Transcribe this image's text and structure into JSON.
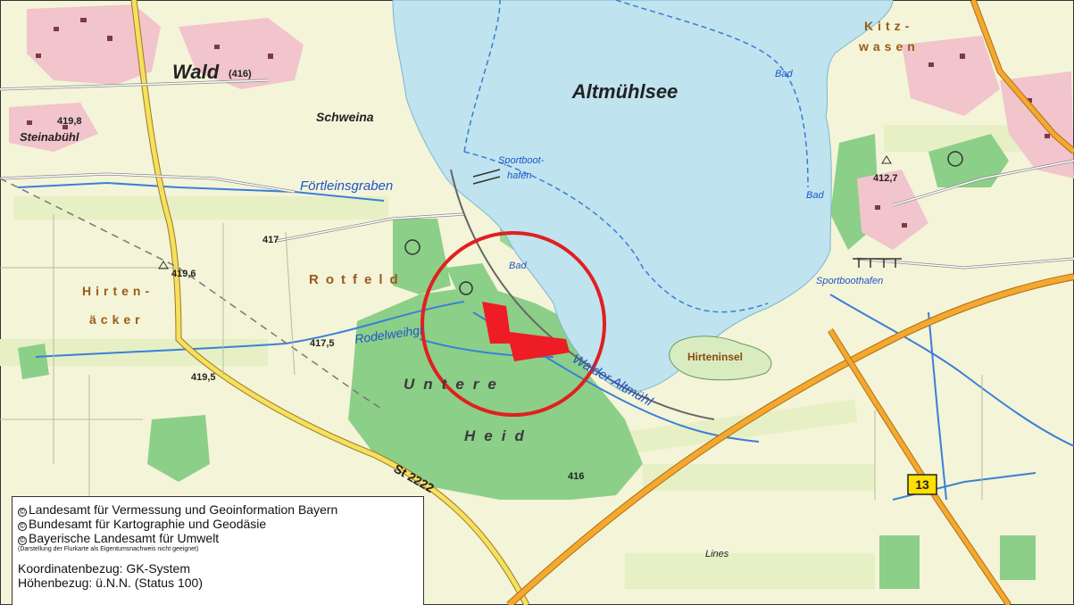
{
  "map": {
    "lake_name": "Altmühlsee",
    "places": {
      "wald": "Wald",
      "wald_elev": "(416)",
      "schweina": "Schweina",
      "steinabuhl": "Steinabühl",
      "kitz": "Kitz-",
      "wasen": "wasen",
      "hirten": "Hirten-",
      "acker": "äcker",
      "rotfeld": "Rotfeld",
      "untere": "Untere",
      "heid": "Heid",
      "hirteninsel": "Hirteninsel",
      "lines": "Lines"
    },
    "water_labels": {
      "fortleinsgraben": "Förtleinsgraben",
      "sportboothafen_1a": "Sportboot-",
      "sportboothafen_1b": "hafen",
      "sportboothafen_2": "Sportboothafen",
      "bad_1": "Bad",
      "bad_2": "Bad",
      "bad_3": "Bad",
      "rodelweiher": "Rodelweihgr",
      "walder_altmuhl": "Walder Altmühl"
    },
    "elevations": {
      "e4138": "419,8",
      "e417": "417",
      "e4196": "419,6",
      "e4175": "417,5",
      "e4195": "419,5",
      "e416": "416",
      "e4127": "412,7"
    },
    "roads": {
      "st2222": "St 2222",
      "b13": "13"
    },
    "colors": {
      "water": "#bfe3ef",
      "forest": "#8ed08a",
      "meadow": "#f4f4d6",
      "highlight_circle": "#e0201f",
      "marked_parcel": "#ee1c24",
      "main_road": "#f0a020",
      "federal_road_sign": "#ffe000"
    }
  },
  "legend": {
    "line1": "Landesamt für Vermessung und Geoinformation Bayern",
    "line2": "Bundesamt für Kartographie und Geodäsie",
    "line3": "Bayerische Landesamt für Umwelt",
    "note": "(Darstellung der Flurkarte als Eigentumsnachweis nicht geeignet)",
    "coord_ref": "Koordinatenbezug: GK-System",
    "height_ref": "Höhenbezug: ü.N.N. (Status 100)",
    "copyright_symbol": "©"
  }
}
